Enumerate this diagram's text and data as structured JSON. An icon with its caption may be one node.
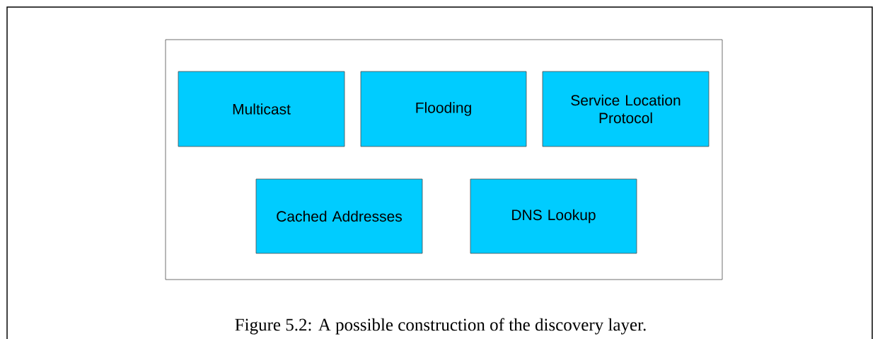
{
  "diagram": {
    "caption": "Figure 5.2: A possible construction of the discovery layer.",
    "nodes": [
      {
        "text": [],
        "shape": "box"
      },
      {
        "text": [
          "Multicast"
        ],
        "in": 0
      },
      {
        "text": [
          "Flooding"
        ],
        "in": 0
      },
      {
        "text": [
          "Service Location Protocol"
        ],
        "in": 0
      },
      {
        "text": [
          "Cached Addresses"
        ],
        "in": 0
      },
      {
        "text": [
          "DNS Lookup"
        ],
        "in": 0
      }
    ]
  }
}
